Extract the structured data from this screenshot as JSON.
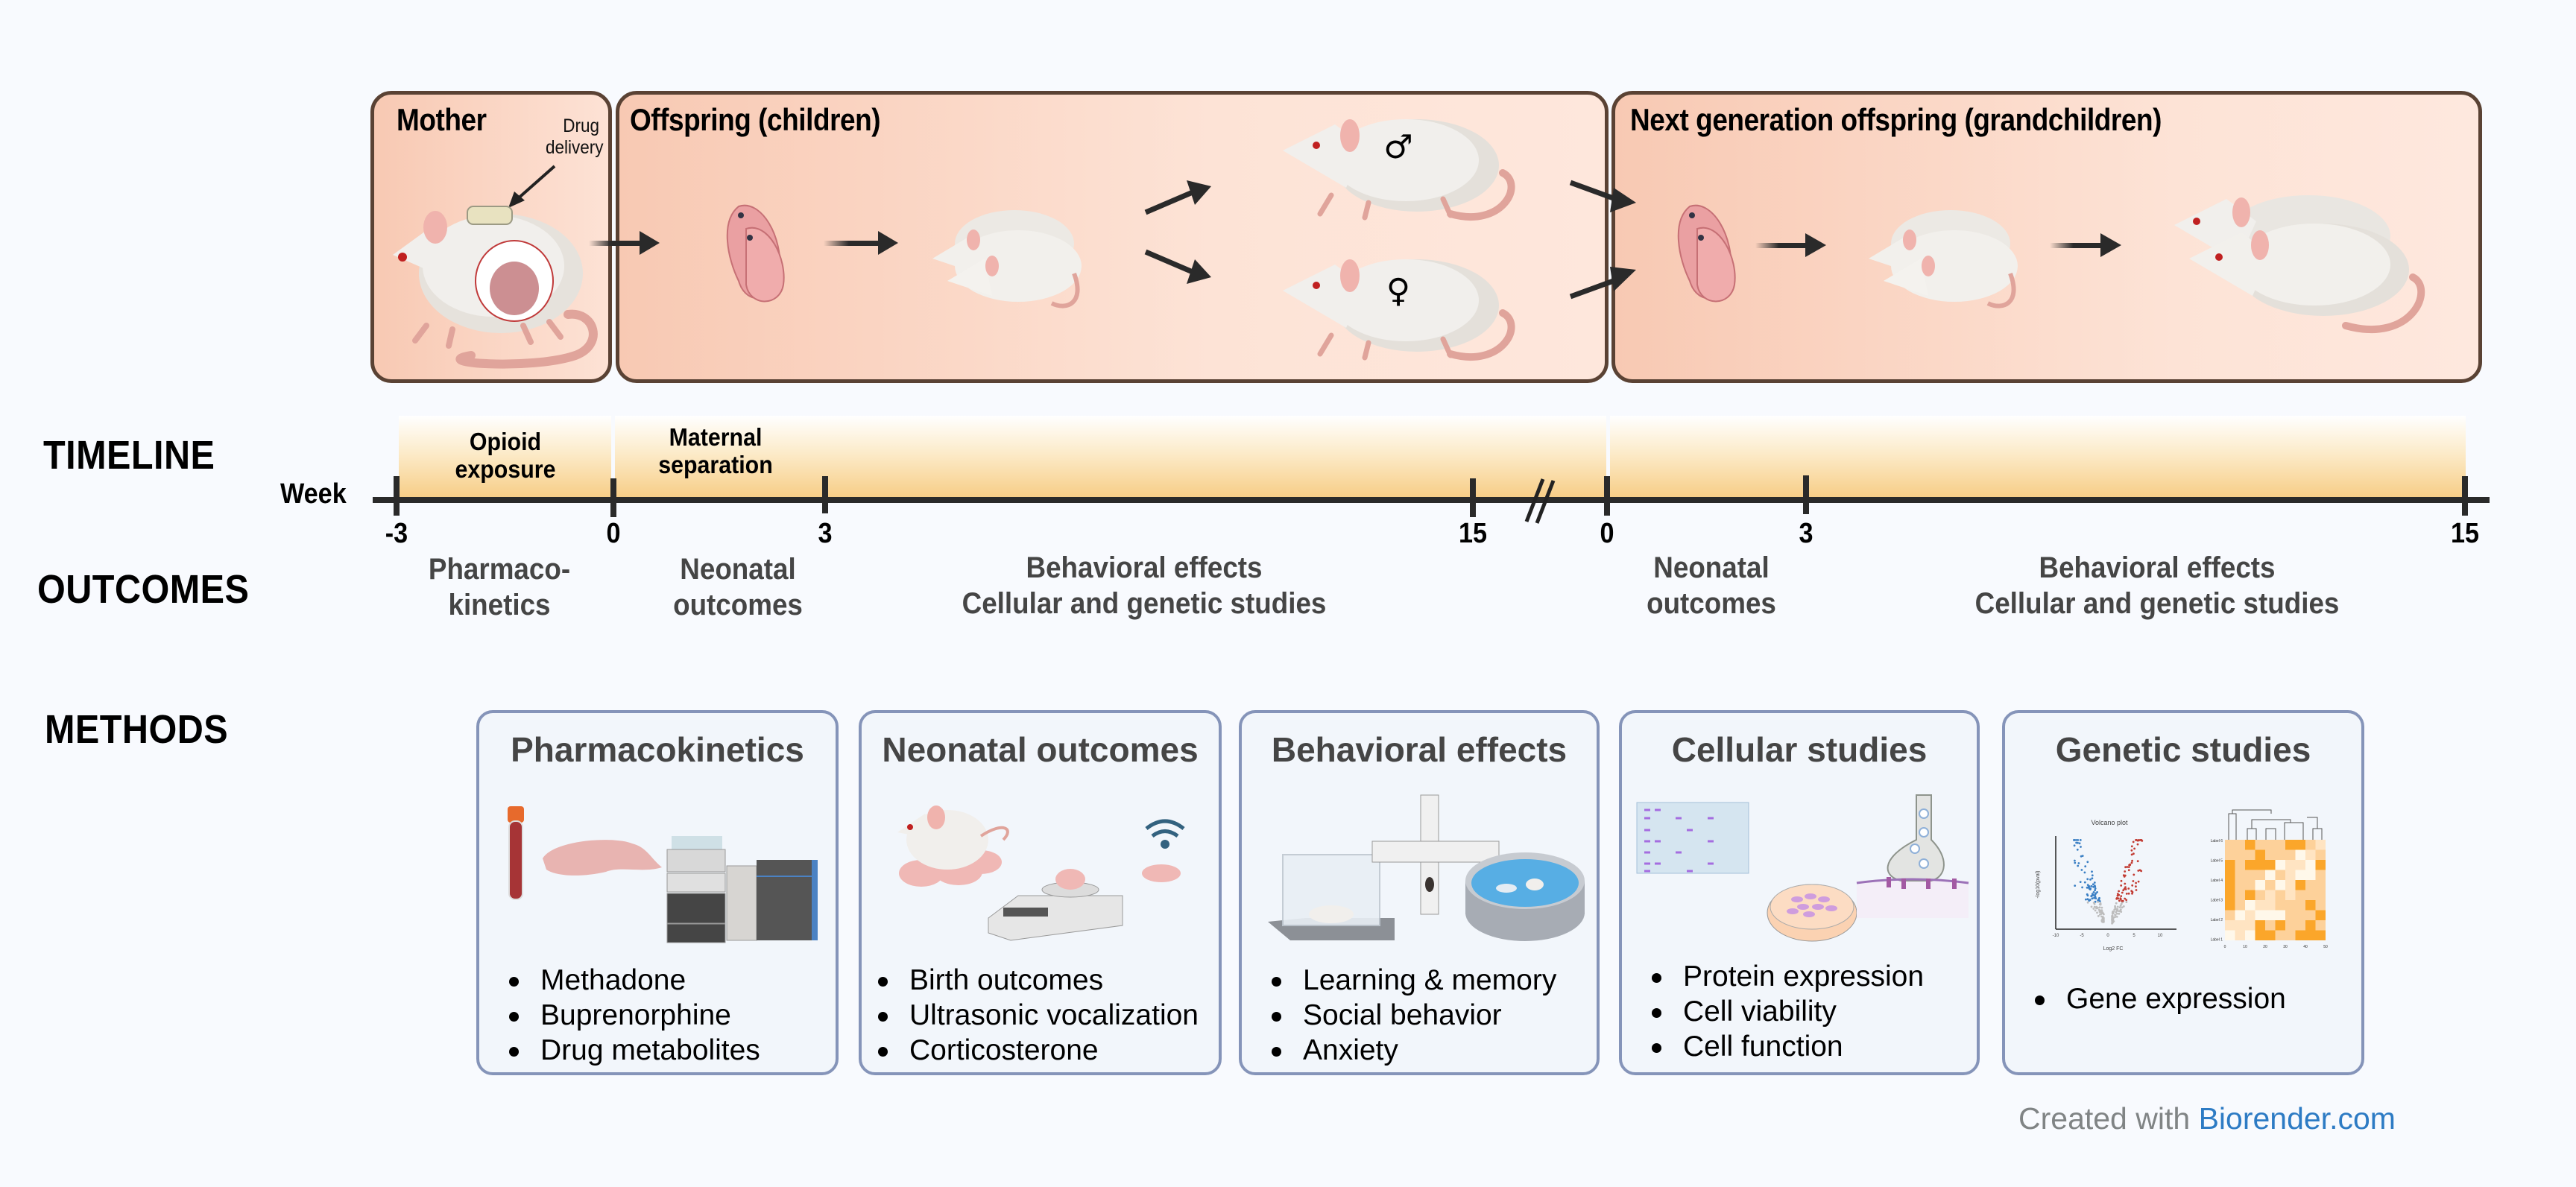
{
  "panels": {
    "mother": {
      "title": "Mother",
      "annotation": "Drug delivery",
      "annotation_lines": [
        "Drug",
        "delivery"
      ]
    },
    "offspring": {
      "title": "Offspring (children)",
      "sex_symbols": {
        "male": "♂",
        "female": "♀"
      }
    },
    "grandchildren": {
      "title": "Next generation offspring (grandchildren)"
    }
  },
  "timeline": {
    "section_label": "TIMELINE",
    "axis_label": "Week",
    "bands": [
      {
        "label_lines": [
          "Opioid",
          "exposure"
        ]
      },
      {
        "label_lines": [
          "Maternal",
          "separation"
        ]
      }
    ],
    "generation_1_ticks": [
      "-3",
      "0",
      "3",
      "15"
    ],
    "generation_2_ticks": [
      "0",
      "3",
      "15"
    ],
    "axis_break": "//"
  },
  "outcomes": {
    "section_label": "OUTCOMES",
    "generation_1": [
      {
        "lines": [
          "Pharmaco-",
          "kinetics"
        ]
      },
      {
        "lines": [
          "Neonatal",
          "outcomes"
        ]
      },
      {
        "lines": [
          "Behavioral effects",
          "Cellular and genetic studies"
        ]
      }
    ],
    "generation_2": [
      {
        "lines": [
          "Neonatal",
          "outcomes"
        ]
      },
      {
        "lines": [
          "Behavioral effects",
          "Cellular and genetic studies"
        ]
      }
    ]
  },
  "methods": {
    "section_label": "METHODS",
    "cards": [
      {
        "title": "Pharmacokinetics",
        "items": [
          "Methadone",
          "Buprenorphine",
          "Drug metabolites"
        ],
        "icons": [
          "blood-tube-icon",
          "brain-icon",
          "lc-ms-instrument-icon"
        ]
      },
      {
        "title": "Neonatal outcomes",
        "items": [
          "Birth outcomes",
          "Ultrasonic vocalization",
          "Corticosterone"
        ],
        "icons": [
          "dam-with-litter-icon",
          "scale-with-pup-icon",
          "vocalizing-pup-icon"
        ]
      },
      {
        "title": "Behavioral effects",
        "items": [
          "Learning & memory",
          "Social behavior",
          "Anxiety"
        ],
        "icons": [
          "social-cage-icon",
          "plus-maze-icon",
          "water-maze-icon"
        ]
      },
      {
        "title": "Cellular studies",
        "items": [
          "Protein expression",
          "Cell viability",
          "Cell function"
        ],
        "icons": [
          "western-blot-gel-icon",
          "petri-dish-icon",
          "synapse-icon"
        ]
      },
      {
        "title": "Genetic studies",
        "items": [
          "Gene expression"
        ],
        "icons": [
          "volcano-plot-icon",
          "heatmap-icon"
        ],
        "volcano": {
          "title": "Volcano plot",
          "xlabel": "Log2 FC",
          "ylabel": "-log10(pval)",
          "xticks": [
            "-10",
            "-5",
            "0",
            "5",
            "10"
          ],
          "yticks": [
            "0",
            "5",
            "10",
            "15",
            "20",
            "25"
          ]
        },
        "heatmap": {
          "row_labels": [
            "Label 6",
            "Label 5",
            "Label 4",
            "Label 3",
            "Label 2",
            "Label 1"
          ],
          "xticks": [
            "0",
            "10",
            "20",
            "30",
            "40",
            "50"
          ]
        }
      }
    ]
  },
  "credit": {
    "prefix": "Created with ",
    "brand": "Biorender.com"
  },
  "colors": {
    "panel_border": "#5a4234",
    "card_border": "#8594b9",
    "brand_blue": "#2d7bc4",
    "band_orange": "#f7cc84",
    "heat_dark": "#fba62a"
  }
}
